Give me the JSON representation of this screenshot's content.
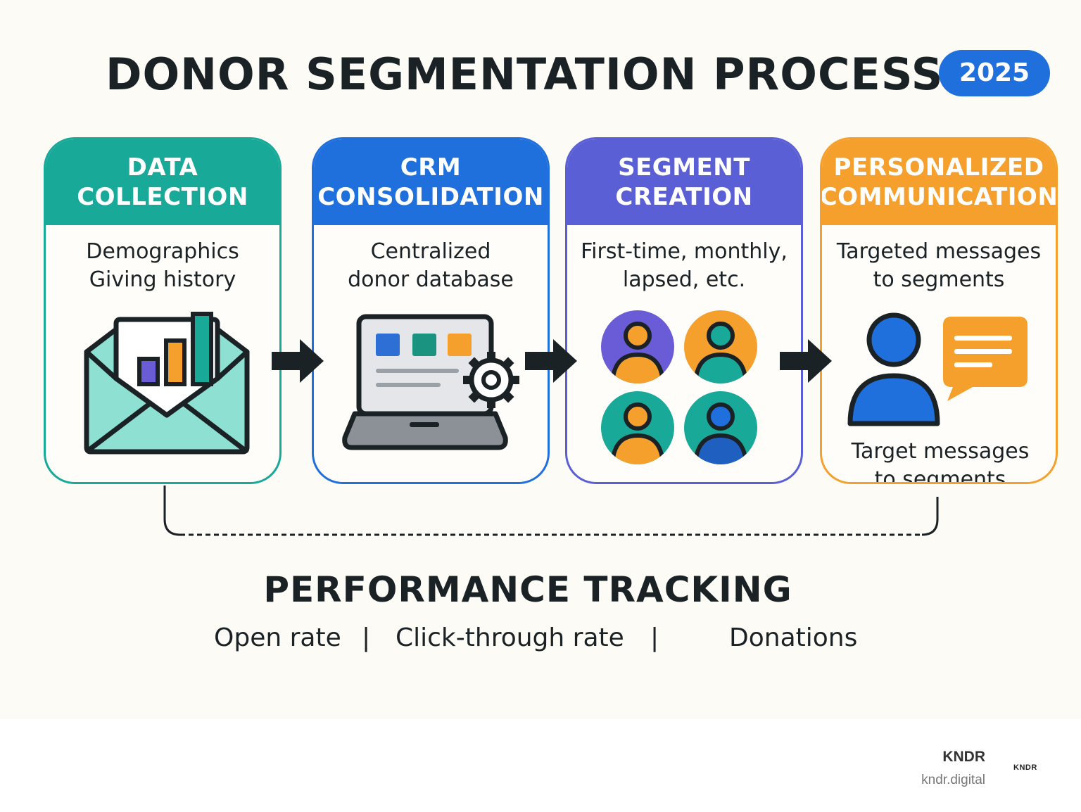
{
  "header": {
    "title": "DONOR SEGMENTATION PROCESS",
    "year": "2025"
  },
  "steps": [
    {
      "title_lines": [
        "DATA",
        "COLLECTION"
      ],
      "desc_lines": [
        "Demographics",
        "Giving history"
      ],
      "color": "#18a999",
      "icon": "envelope-chart-icon"
    },
    {
      "title_lines": [
        "CRM",
        "CONSOLIDATION"
      ],
      "desc_lines": [
        "Centralized",
        "donor database"
      ],
      "color": "#1f6fdc",
      "icon": "laptop-gear-icon"
    },
    {
      "title_lines": [
        "SEGMENT",
        "CREATION"
      ],
      "desc_lines": [
        "First-time, monthly,",
        "lapsed, etc."
      ],
      "color": "#5b5fd6",
      "icon": "people-group-icon"
    },
    {
      "title_lines": [
        "PERSONALIZED",
        "COMMUNICATION"
      ],
      "desc_lines": [
        "Targeted messages",
        "to segments"
      ],
      "footer_lines": [
        "Target messages",
        "to segments"
      ],
      "color": "#f5a02c",
      "icon": "person-message-icon"
    }
  ],
  "performance": {
    "title": "PERFORMANCE TRACKING",
    "metrics": [
      "Open rate",
      "Click-through rate",
      "Donations"
    ],
    "separator": "|"
  },
  "brand": {
    "name": "KNDR",
    "url": "kndr.digital",
    "mark": "KNDR"
  }
}
